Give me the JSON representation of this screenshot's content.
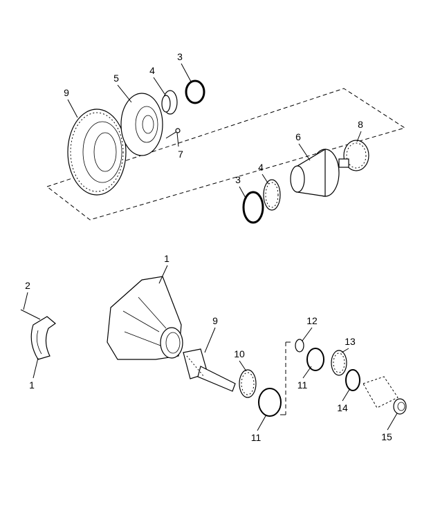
{
  "diagram": {
    "type": "exploded parts view",
    "upper_assembly": {
      "callouts": [
        "3",
        "4",
        "5",
        "9",
        "7",
        "6",
        "8",
        "3",
        "4"
      ]
    },
    "lower_assembly": {
      "callouts": [
        "1",
        "2",
        "1",
        "9",
        "12",
        "13",
        "10",
        "11",
        "14",
        "11",
        "15"
      ]
    }
  }
}
